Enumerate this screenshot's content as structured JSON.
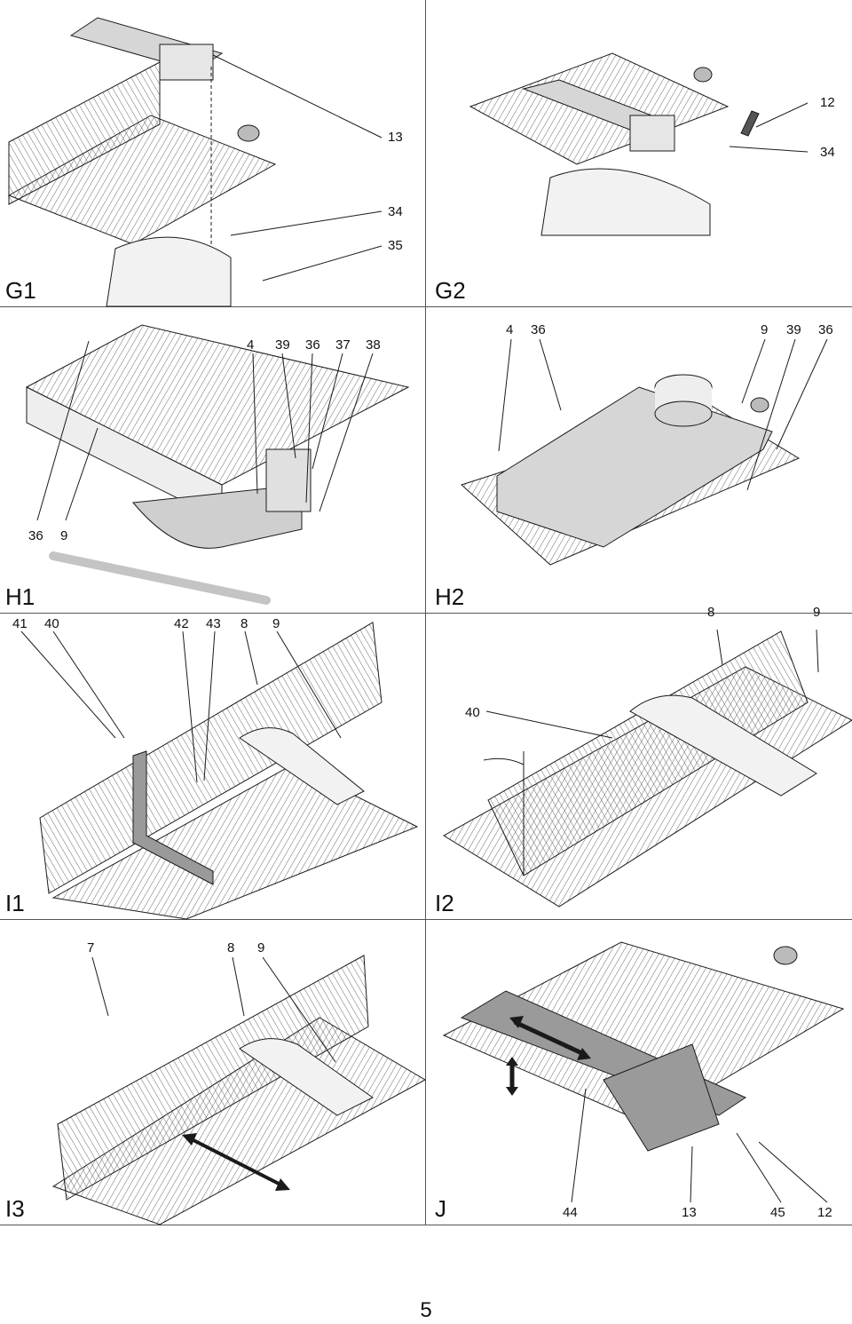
{
  "panels": {
    "G1": {
      "label": "G1",
      "callouts": [
        "13",
        "34",
        "35"
      ]
    },
    "G2": {
      "label": "G2",
      "callouts": [
        "12",
        "34"
      ]
    },
    "H1": {
      "label": "H1",
      "callouts_top": [
        "4",
        "39",
        "36",
        "37",
        "38"
      ],
      "callouts_left": [
        "36",
        "9"
      ]
    },
    "H2": {
      "label": "H2",
      "callouts": [
        "4",
        "36",
        "9",
        "39",
        "36"
      ]
    },
    "I1": {
      "label": "I1",
      "callouts": [
        "41",
        "40",
        "42",
        "43",
        "8",
        "9"
      ]
    },
    "I2": {
      "label": "I2",
      "callouts": [
        "8",
        "9",
        "40"
      ]
    },
    "I3": {
      "label": "I3",
      "callouts": [
        "7",
        "8",
        "9"
      ]
    },
    "J": {
      "label": "J",
      "callouts": [
        "44",
        "13",
        "45",
        "12"
      ]
    }
  },
  "page_number": "5",
  "colors": {
    "line": "#1a1a1a",
    "fill": "#d6d6d6",
    "hatch": "#6a6a6a",
    "dark": "#9a9a9a"
  }
}
